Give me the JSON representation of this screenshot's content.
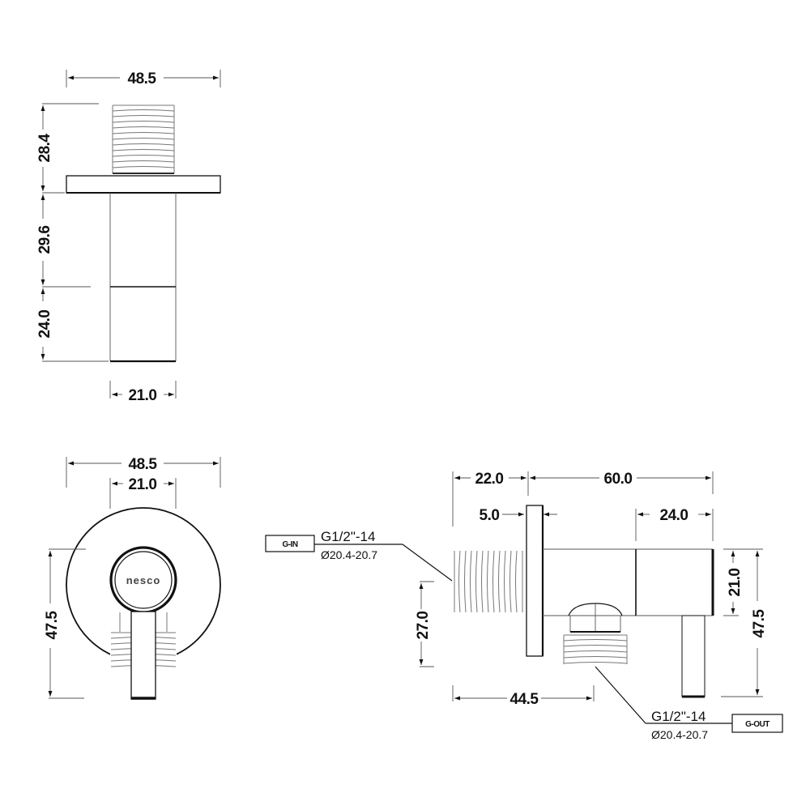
{
  "drawing": {
    "brand_logo": "nesco",
    "views": {
      "side_view_vertical": {
        "overall_width": "48.5",
        "thread_height": "28.4",
        "body_upper_height": "29.6",
        "body_lower_height": "24.0",
        "body_diameter": "21.0"
      },
      "front_view": {
        "plate_diameter": "48.5",
        "handle_knob_diameter": "21.0",
        "height_to_outlet": "47.5",
        "logo": "nesco"
      },
      "side_view_horizontal": {
        "inlet_length": "22.0",
        "body_length": "60.0",
        "flange_thickness": "5.0",
        "cap_length": "24.0",
        "body_diameter": "21.0",
        "overall_height": "47.5",
        "outlet_offset": "27.0",
        "outlet_position": "44.5"
      }
    },
    "callouts": {
      "inlet": {
        "tag": "G-IN",
        "thread_spec": "G1/2\"-14",
        "diameter_spec": "Ø20.4-20.7"
      },
      "outlet": {
        "tag": "G-OUT",
        "thread_spec": "G1/2\"-14",
        "diameter_spec": "Ø20.4-20.7"
      }
    }
  }
}
